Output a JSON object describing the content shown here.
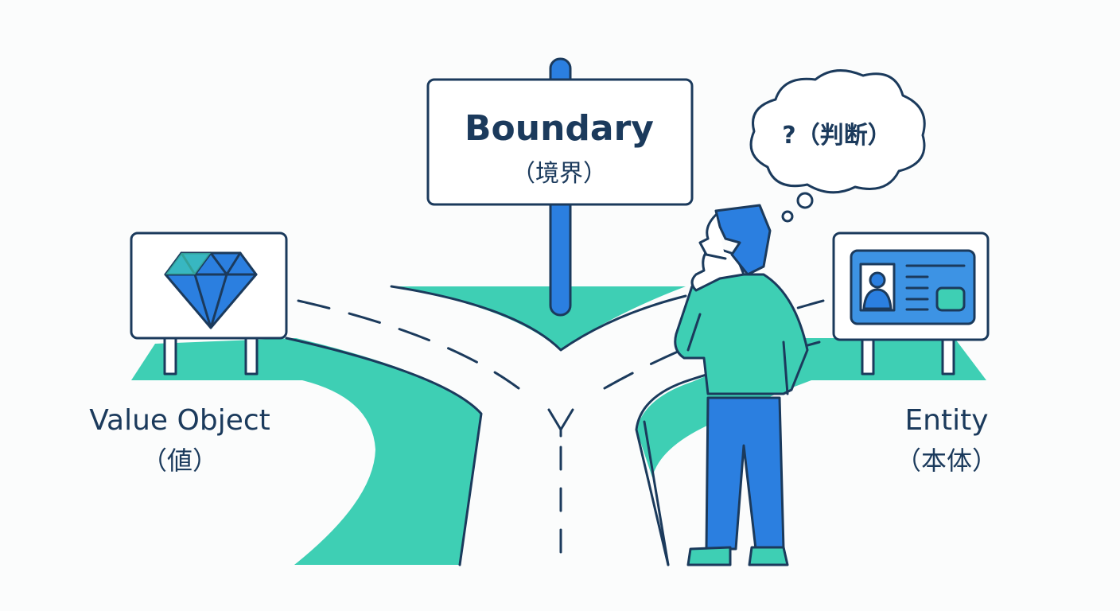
{
  "boundary_sign": {
    "title": "Boundary",
    "subtitle": "（境界）"
  },
  "thought": {
    "text": "?（判断）"
  },
  "left_label": {
    "title": "Value Object",
    "subtitle": "（値）"
  },
  "right_label": {
    "title": "Entity",
    "subtitle": "（本体）"
  },
  "icons": {
    "left_sign": "diamond-icon",
    "right_sign": "id-card-icon"
  },
  "colors": {
    "navy": "#1b3a5c",
    "teal": "#3ecfb4",
    "blue": "#2b7fe0",
    "card": "#3d93e4"
  }
}
